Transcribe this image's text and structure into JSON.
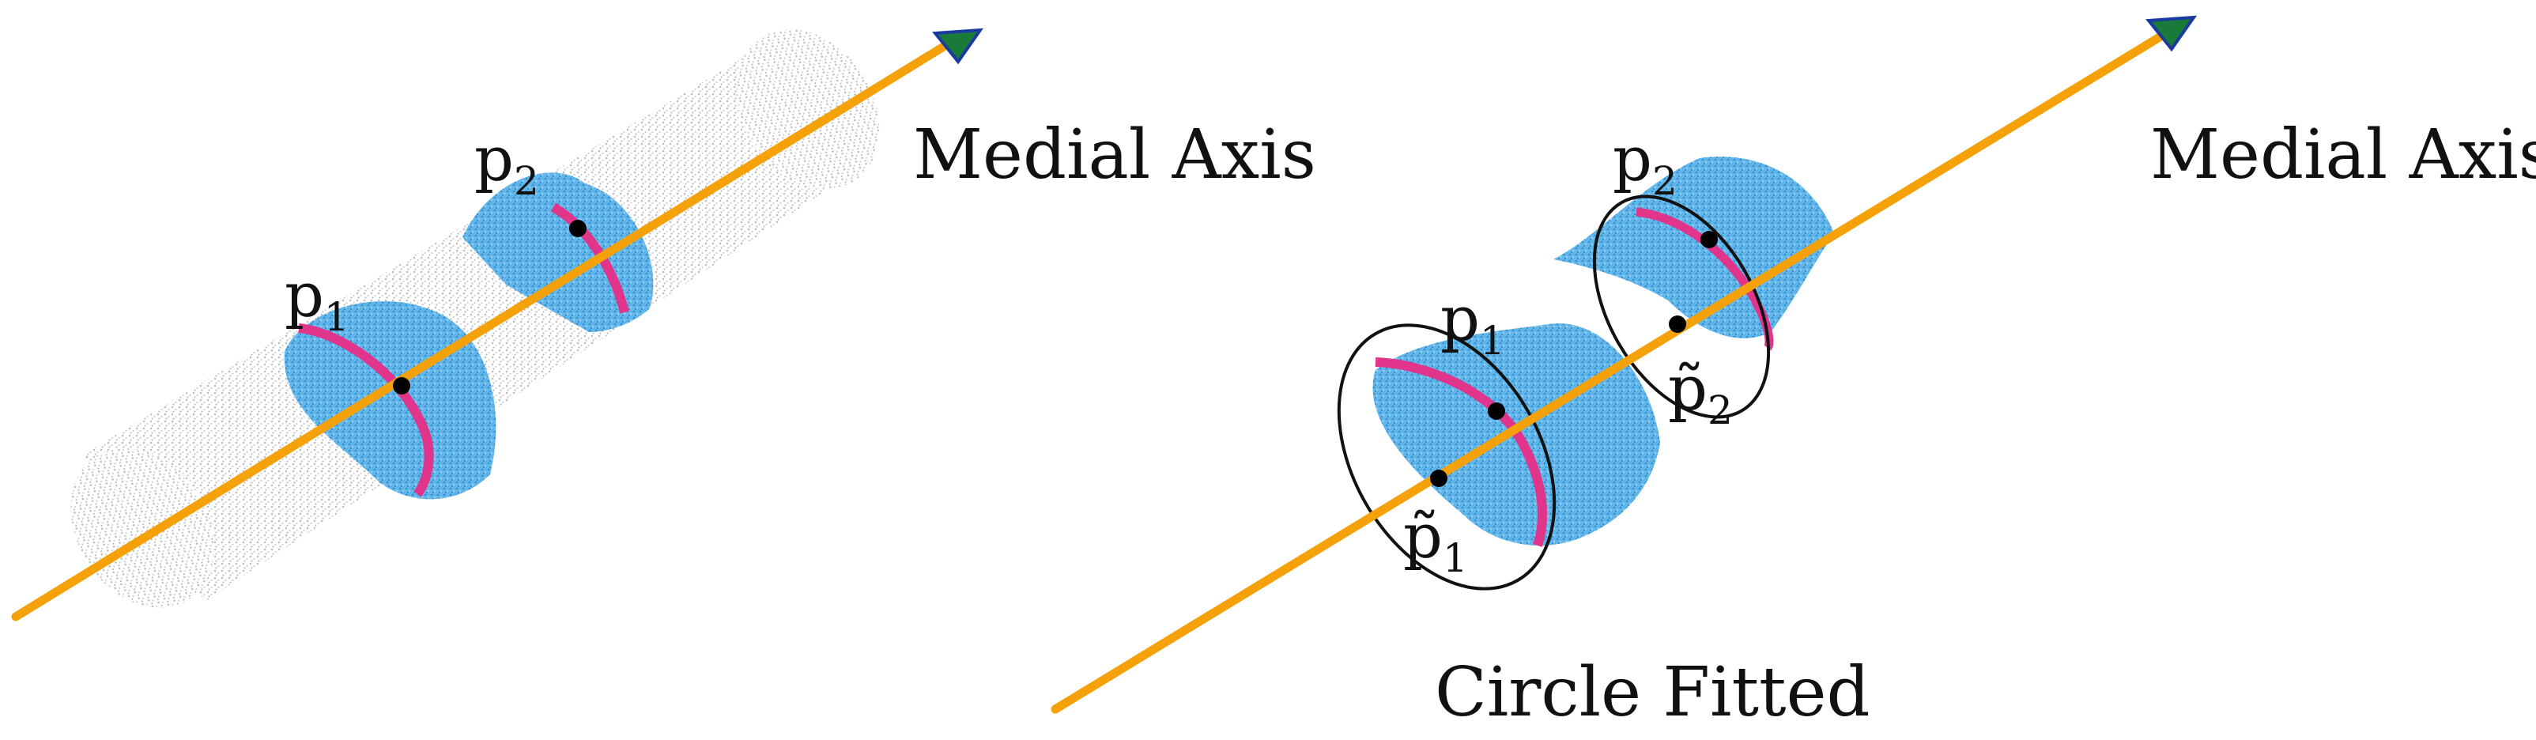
{
  "left_panel": {
    "axis_label": "Medial Axis",
    "p1": {
      "base": "p",
      "sub": "1"
    },
    "p2": {
      "base": "p",
      "sub": "2"
    }
  },
  "right_panel": {
    "axis_label": "Medial Axis",
    "caption": "Circle Fitted",
    "p1": {
      "base": "p",
      "sub": "1"
    },
    "p2": {
      "base": "p",
      "sub": "2"
    },
    "p1_fit": {
      "base": "p̃",
      "sub": "1"
    },
    "p2_fit": {
      "base": "p̃",
      "sub": "2"
    }
  },
  "colors": {
    "axis": "#f5a20a",
    "arrow_head": "#1a7a3a",
    "arrow_head_edge": "#1a3aa0",
    "point_cloud": "#c8c8c8",
    "slice": "#3aa0e0",
    "ring": "#e0358a",
    "point": "#000000"
  }
}
